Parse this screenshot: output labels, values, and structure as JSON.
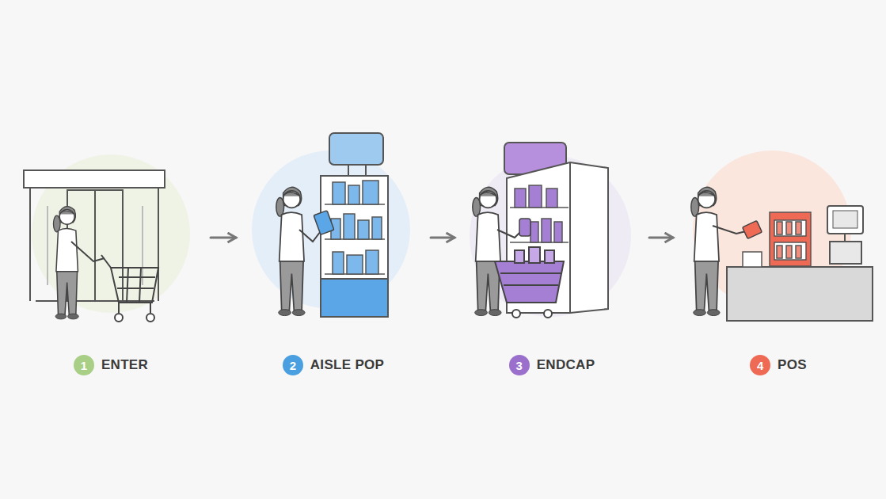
{
  "diagram": {
    "nodes": [
      {
        "text": [
          "1",
          "ENTER"
        ]
      },
      {
        "text": [
          "2",
          "AISLE POP"
        ]
      },
      {
        "text": [
          "3",
          "ENDCAP"
        ]
      },
      {
        "text": [
          "4",
          "POS"
        ]
      }
    ],
    "edges": [
      {
        "from": 0,
        "to": 1,
        "arrow": "to"
      },
      {
        "from": 1,
        "to": 2,
        "arrow": "to"
      },
      {
        "from": 2,
        "to": 3,
        "arrow": "to"
      }
    ]
  }
}
